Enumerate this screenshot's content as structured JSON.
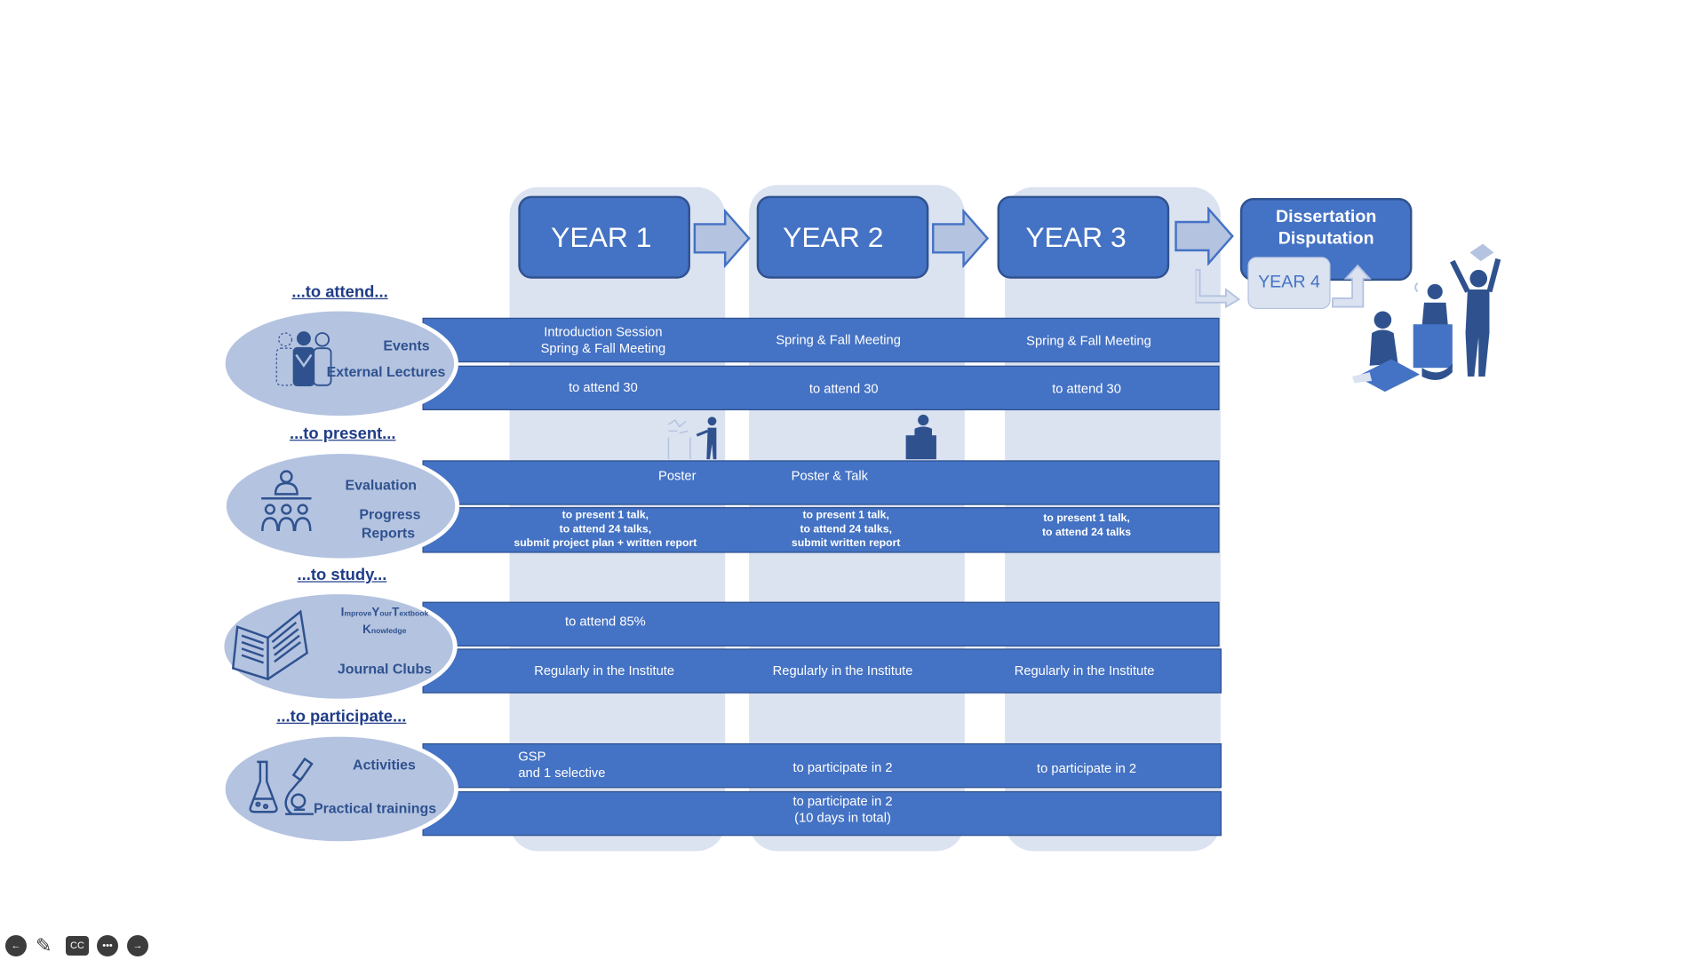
{
  "years": {
    "y1": "YEAR 1",
    "y2": "YEAR 2",
    "y3": "YEAR 3",
    "y4": "YEAR 4",
    "dissertation_line1": "Dissertation",
    "dissertation_line2": "Disputation"
  },
  "sections": {
    "attend": "...to attend...",
    "present": "...to present...",
    "study": "...to study...",
    "participate": "...to participate..."
  },
  "ellipses": {
    "events": "Events",
    "external_lectures": "External Lectures",
    "evaluation": "Evaluation",
    "progress": "Progress",
    "reports": "Reports",
    "iytk_line1": [
      "I",
      "mprove",
      "Y",
      "our",
      "T",
      "extbook"
    ],
    "iytk_line2": [
      "K",
      "nowledge"
    ],
    "journal_clubs": "Journal Clubs",
    "activities": "Activities",
    "practical_trainings": "Practical trainings"
  },
  "rows": {
    "events": {
      "y1_line1": "Introduction Session",
      "y1_line2": "Spring & Fall Meeting",
      "y2": "Spring  & Fall Meeting",
      "y3": "Spring  & Fall Meeting"
    },
    "external": {
      "y1": "to attend 30",
      "y2": "to attend 30",
      "y3": "to attend 30"
    },
    "evaluation": {
      "y1": "Poster",
      "y2": "Poster & Talk"
    },
    "progress": {
      "y1_line1": "to present 1 talk,",
      "y1_line2": "to attend 24 talks,",
      "y1_line3": "submit project plan + written report",
      "y2_line1": "to present 1 talk,",
      "y2_line2": "to attend 24 talks,",
      "y2_line3": "submit written report",
      "y3_line1": "to present 1 talk,",
      "y3_line2": "to attend 24 talks"
    },
    "iytk": {
      "y1": "to attend 85%"
    },
    "journal": {
      "y1": "Regularly in the Institute",
      "y2": "Regularly in the Institute",
      "y3": "Regularly in the Institute"
    },
    "activities": {
      "y1_line1": "GSP",
      "y1_line2": "and 1 selective",
      "y2": "to participate in 2",
      "y3": "to participate in 2"
    },
    "practical": {
      "line1": "to participate in 2",
      "line2": "(10 days in total)"
    }
  },
  "controls": {
    "back_icon": "arrow-left-icon",
    "pen_icon": "pen-icon",
    "cc_label": "CC",
    "more_icon": "more-icon",
    "forward_icon": "arrow-right-icon"
  },
  "colors": {
    "bar": "#4472c4",
    "column_bg": "#dbe2f0",
    "ellipse": "#b4c3e0",
    "heading": "#1f3c88"
  }
}
